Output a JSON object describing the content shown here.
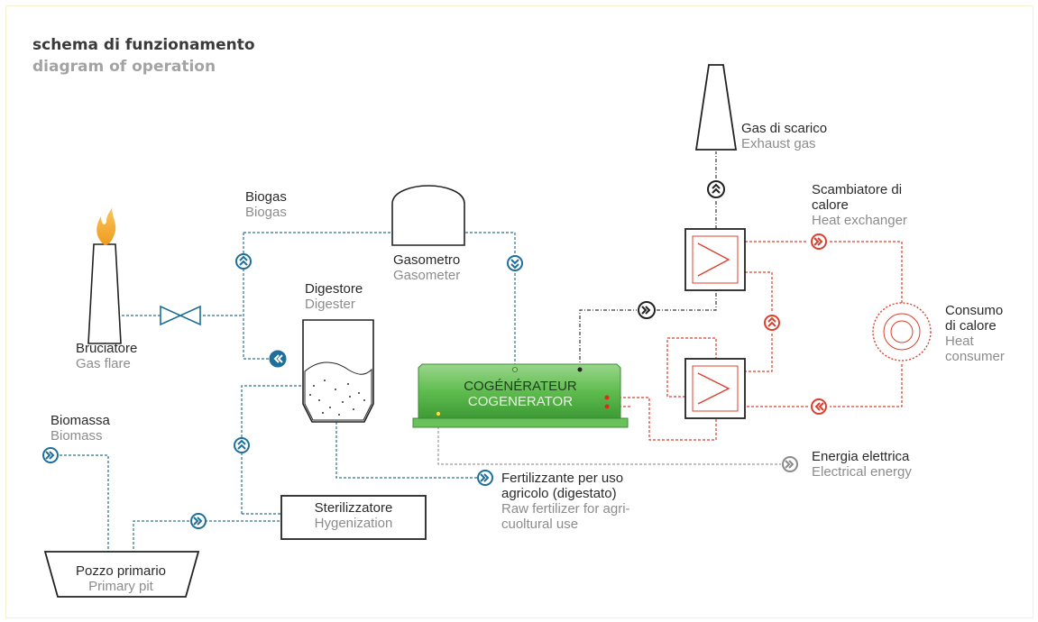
{
  "title": {
    "it": "schema di funzionamento",
    "en": "diagram of operation"
  },
  "labels": {
    "gas_flare": {
      "it": "Bruciatore",
      "en": "Gas flare"
    },
    "biogas": {
      "it": "Biogas",
      "en": "Biogas"
    },
    "gasometer": {
      "it": "Gasometro",
      "en": "Gasometer"
    },
    "digester": {
      "it": "Digestore",
      "en": "Digester"
    },
    "biomass": {
      "it": "Biomassa",
      "en": "Biomass"
    },
    "primary_pit": {
      "it": "Pozzo primario",
      "en": "Primary pit"
    },
    "hygenization": {
      "it": "Sterilizzatore",
      "en": "Hygenization"
    },
    "cogenerator": {
      "it": "COGÉNÉRATEUR",
      "en": "COGENERATOR"
    },
    "exhaust_gas": {
      "it": "Gas di scarico",
      "en": "Exhaust gas"
    },
    "heat_exchanger": {
      "it_line1": "Scambiatore  di",
      "it_line2": "calore",
      "en": "Heat exchanger"
    },
    "heat_consumer": {
      "it_line1": "Consumo",
      "it_line2": "di calore",
      "en_line1": "Heat",
      "en_line2": "consumer"
    },
    "electrical_energy": {
      "it": "Energia elettrica",
      "en": "Electrical energy"
    },
    "fertilizer": {
      "it_line1": "Fertilizzante  per  uso",
      "it_line2": "agricolo (digestato)",
      "en_line1": "Raw fertilizer for agri-",
      "en_line2": "cuoltural use"
    }
  },
  "colors": {
    "biogas_line": "#2f6f8f",
    "flow_icon_blue": "#1e6f9a",
    "heat_line": "#d9402e",
    "cogenerator_fill": "#6ac25a",
    "exhaust_line": "#3a3a3a",
    "electric_line": "#9a9a9a"
  },
  "icons": {
    "flow": "double-chevron-circle-icon",
    "valve": "bowtie-valve-icon",
    "flame": "flame-icon",
    "heat_consumer": "concentric-circle-icon"
  }
}
